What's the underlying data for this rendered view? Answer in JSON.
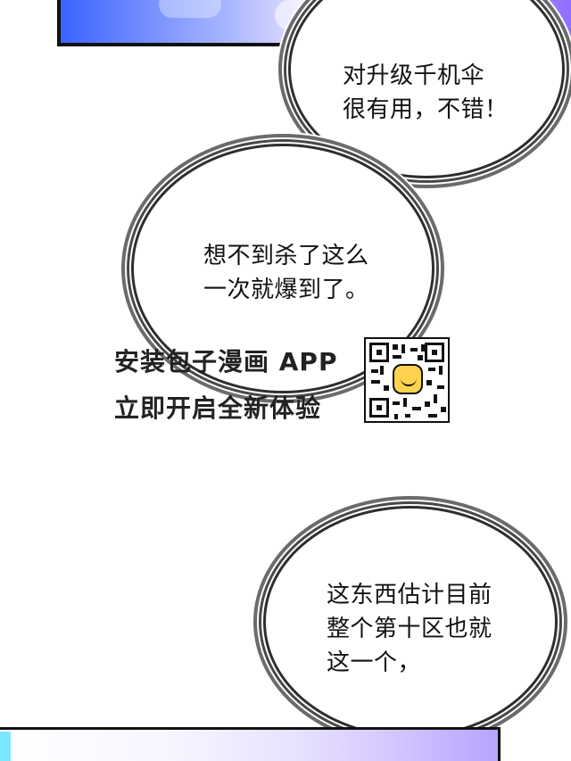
{
  "panels": {
    "top": "panel-top",
    "bottom": "panel-bottom"
  },
  "bubbles": [
    {
      "text": "对升级千机伞\n很有用，不错！"
    },
    {
      "text": "想不到杀了这么\n一次就爆到了。"
    },
    {
      "text": "这东西估计目前\n整个第十区也就\n这一个，"
    }
  ],
  "ad": {
    "line1": "安装包子漫画 APP",
    "line2": "立即开启全新体验",
    "qr_icon": "qr-code-icon",
    "mascot_icon": "bun-mascot-icon"
  },
  "colors": {
    "panel_gradient": [
      "#3b63ff",
      "#f1e8ff",
      "#8a66ff"
    ],
    "bubble_outline": "#484848",
    "qr_center": "#ffd34d"
  }
}
